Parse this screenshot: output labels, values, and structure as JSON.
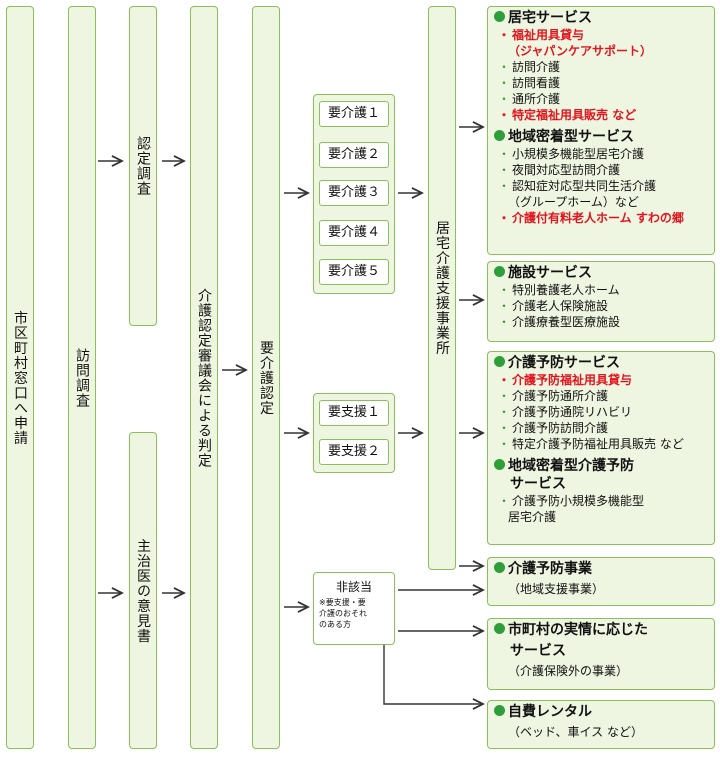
{
  "flow": {
    "apply": "市区町村窓口へ申請",
    "visit": "訪問調査",
    "survey": "認定調査",
    "doctor": "主治医の意見書",
    "judge": "介護認定審議会による判定",
    "certify": "要介護認定",
    "office": "居宅介護支援事業所"
  },
  "care_levels": [
    "要介護１",
    "要介護２",
    "要介護３",
    "要介護４",
    "要介護５"
  ],
  "support_levels": [
    "要支援１",
    "要支援２"
  ],
  "not_applicable": {
    "title": "非該当",
    "note": [
      "※要支援・要",
      "介護のおそれ",
      "のある方"
    ]
  },
  "services": {
    "home": {
      "title": "居宅サービス",
      "items": [
        {
          "text": "福祉用具貸与",
          "red": true
        },
        {
          "text": "（ジャパンケアサポート）",
          "red": true,
          "indent": true
        },
        {
          "text": "訪問介護"
        },
        {
          "text": "訪問看護"
        },
        {
          "text": "通所介護"
        },
        {
          "text": "特定福祉用具販売 など",
          "red": true
        }
      ],
      "title2": "地域密着型サービス",
      "items2": [
        {
          "text": "小規模多機能型居宅介護"
        },
        {
          "text": "夜間対応型訪問介護"
        },
        {
          "text": "認知症対応型共同生活介護"
        },
        {
          "text": "（グループホーム）など",
          "indent": true
        },
        {
          "text": "介護付有料老人ホーム すわの郷",
          "red": true
        }
      ]
    },
    "facility": {
      "title": "施設サービス",
      "items": [
        "特別養護老人ホーム",
        "介護老人保険施設",
        "介護療養型医療施設"
      ]
    },
    "prevention": {
      "title": "介護予防サービス",
      "items": [
        {
          "text": "介護予防福祉用具貸与",
          "red": true
        },
        {
          "text": "介護予防通所介護"
        },
        {
          "text": "介護予防通院リハビリ"
        },
        {
          "text": "介護予防訪問介護"
        },
        {
          "text": "特定介護予防福祉用具販売 など"
        }
      ],
      "title2a": "地域密着型介護予防",
      "title2b": "サービス",
      "items2": [
        "介護予防小規模多機能型"
      ],
      "items2_cont": "居宅介護"
    },
    "prevention_project": {
      "title": "介護予防事業",
      "sub": "（地域支援事業）"
    },
    "municipal": {
      "title_a": "市町村の実情に応じた",
      "title_b": "サービス",
      "sub": "（介護保険外の事業）"
    },
    "rental": {
      "title": "自費レンタル",
      "sub": "（ベッド、車イス など）"
    }
  },
  "colors": {
    "green_border": "#8bbf5a",
    "green_fill": "#eef5e0",
    "red": "#e3141e",
    "dot": "#2e9e3a"
  }
}
